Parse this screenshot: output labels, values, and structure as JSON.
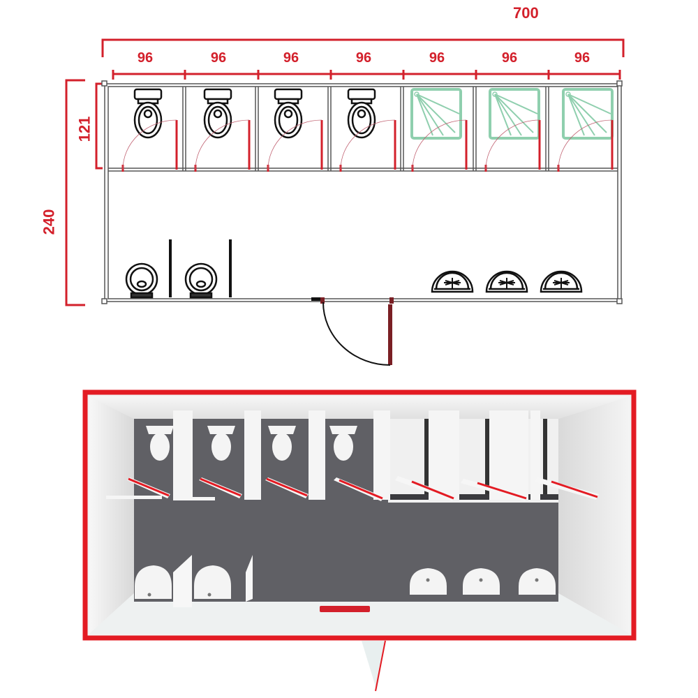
{
  "colors": {
    "dimension": "#d3202b",
    "wall": "#555555",
    "shower": "#8fcfae",
    "door_frame": "#7a1f24",
    "floor_3d": "#5c5d62",
    "wall_3d": "#eeeeee",
    "frame_3d": "#e31b23"
  },
  "plan": {
    "overall_width_label": "700",
    "segment_labels": [
      "96",
      "96",
      "96",
      "96",
      "96",
      "96",
      "96"
    ],
    "cabin_depth_label": "121",
    "overall_depth_label": "240",
    "cabins": [
      {
        "type": "toilet",
        "icon": "toilet-icon"
      },
      {
        "type": "toilet",
        "icon": "toilet-icon"
      },
      {
        "type": "toilet",
        "icon": "toilet-icon"
      },
      {
        "type": "toilet",
        "icon": "toilet-icon"
      },
      {
        "type": "shower",
        "icon": "shower-tray-icon"
      },
      {
        "type": "shower",
        "icon": "shower-tray-icon"
      },
      {
        "type": "shower",
        "icon": "shower-tray-icon"
      }
    ],
    "urinals": 2,
    "washbasins": 3,
    "entrance_door": "door-swing-icon"
  },
  "render3d": {
    "toilet_stalls": 4,
    "shower_stalls": 3,
    "urinals": 2,
    "washbasins": 3
  }
}
